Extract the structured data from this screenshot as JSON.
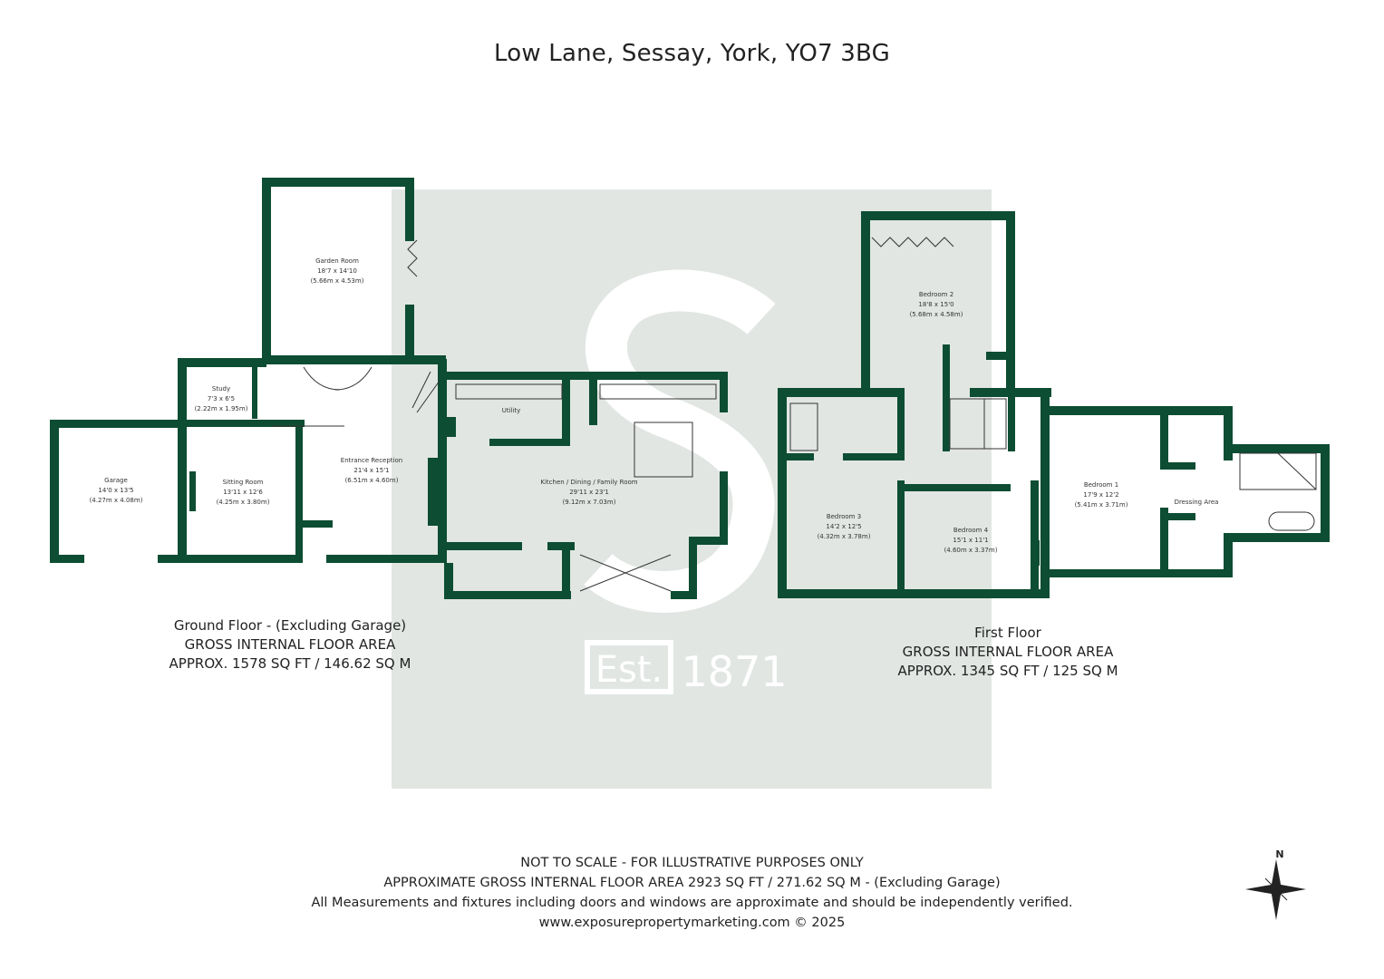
{
  "title": "Low Lane, Sessay, York, YO7 3BG",
  "colors": {
    "wall": "#0d4d33",
    "watermark_bg": "#e1e6e3",
    "text": "#222222"
  },
  "watermark": {
    "est_label": "Est.",
    "year": "1871"
  },
  "ground_floor": {
    "label": "Ground Floor - (Excluding Garage)",
    "area_heading": "GROSS INTERNAL FLOOR AREA",
    "area": "APPROX. 1578 SQ FT / 146.62 SQ M",
    "rooms": {
      "garage": {
        "name": "Garage",
        "imperial": "14'0 x 13'5",
        "metric": "(4.27m x 4.08m)"
      },
      "study": {
        "name": "Study",
        "imperial": "7'3 x 6'5",
        "metric": "(2.22m x 1.95m)"
      },
      "sitting": {
        "name": "Sitting Room",
        "imperial": "13'11 x 12'6",
        "metric": "(4.25m x 3.80m)"
      },
      "garden": {
        "name": "Garden Room",
        "imperial": "18'7 x 14'10",
        "metric": "(5.66m x 4.53m)"
      },
      "entrance": {
        "name": "Entrance Reception",
        "imperial": "21'4 x 15'1",
        "metric": "(6.51m x 4.60m)"
      },
      "utility": {
        "name": "Utility"
      },
      "kitchen": {
        "name": "Kitchen / Dining / Family Room",
        "imperial": "29'11 x 23'1",
        "metric": "(9.12m x 7.03m)"
      }
    }
  },
  "first_floor": {
    "label": "First Floor",
    "area_heading": "GROSS INTERNAL FLOOR AREA",
    "area": "APPROX. 1345 SQ FT / 125 SQ M",
    "rooms": {
      "bed2": {
        "name": "Bedroom 2",
        "imperial": "18'8 x 15'0",
        "metric": "(5.68m x 4.58m)"
      },
      "bed3": {
        "name": "Bedroom 3",
        "imperial": "14'2 x 12'5",
        "metric": "(4.32m x 3.78m)"
      },
      "bed4": {
        "name": "Bedroom 4",
        "imperial": "15'1 x 11'1",
        "metric": "(4.60m x 3.37m)"
      },
      "bed1": {
        "name": "Bedroom 1",
        "imperial": "17'9 x 12'2",
        "metric": "(5.41m x 3.71m)"
      },
      "dressing": {
        "name": "Dressing Area"
      }
    }
  },
  "footer": {
    "line1": "NOT TO SCALE - FOR ILLUSTRATIVE PURPOSES ONLY",
    "line2": "APPROXIMATE GROSS INTERNAL FLOOR AREA 2923 SQ FT / 271.62 SQ M - (Excluding Garage)",
    "line3": "All Measurements and fixtures including doors and windows are approximate and should be independently verified.",
    "line4": "www.exposurepropertymarketing.com © 2025"
  },
  "compass": {
    "label": "N"
  }
}
